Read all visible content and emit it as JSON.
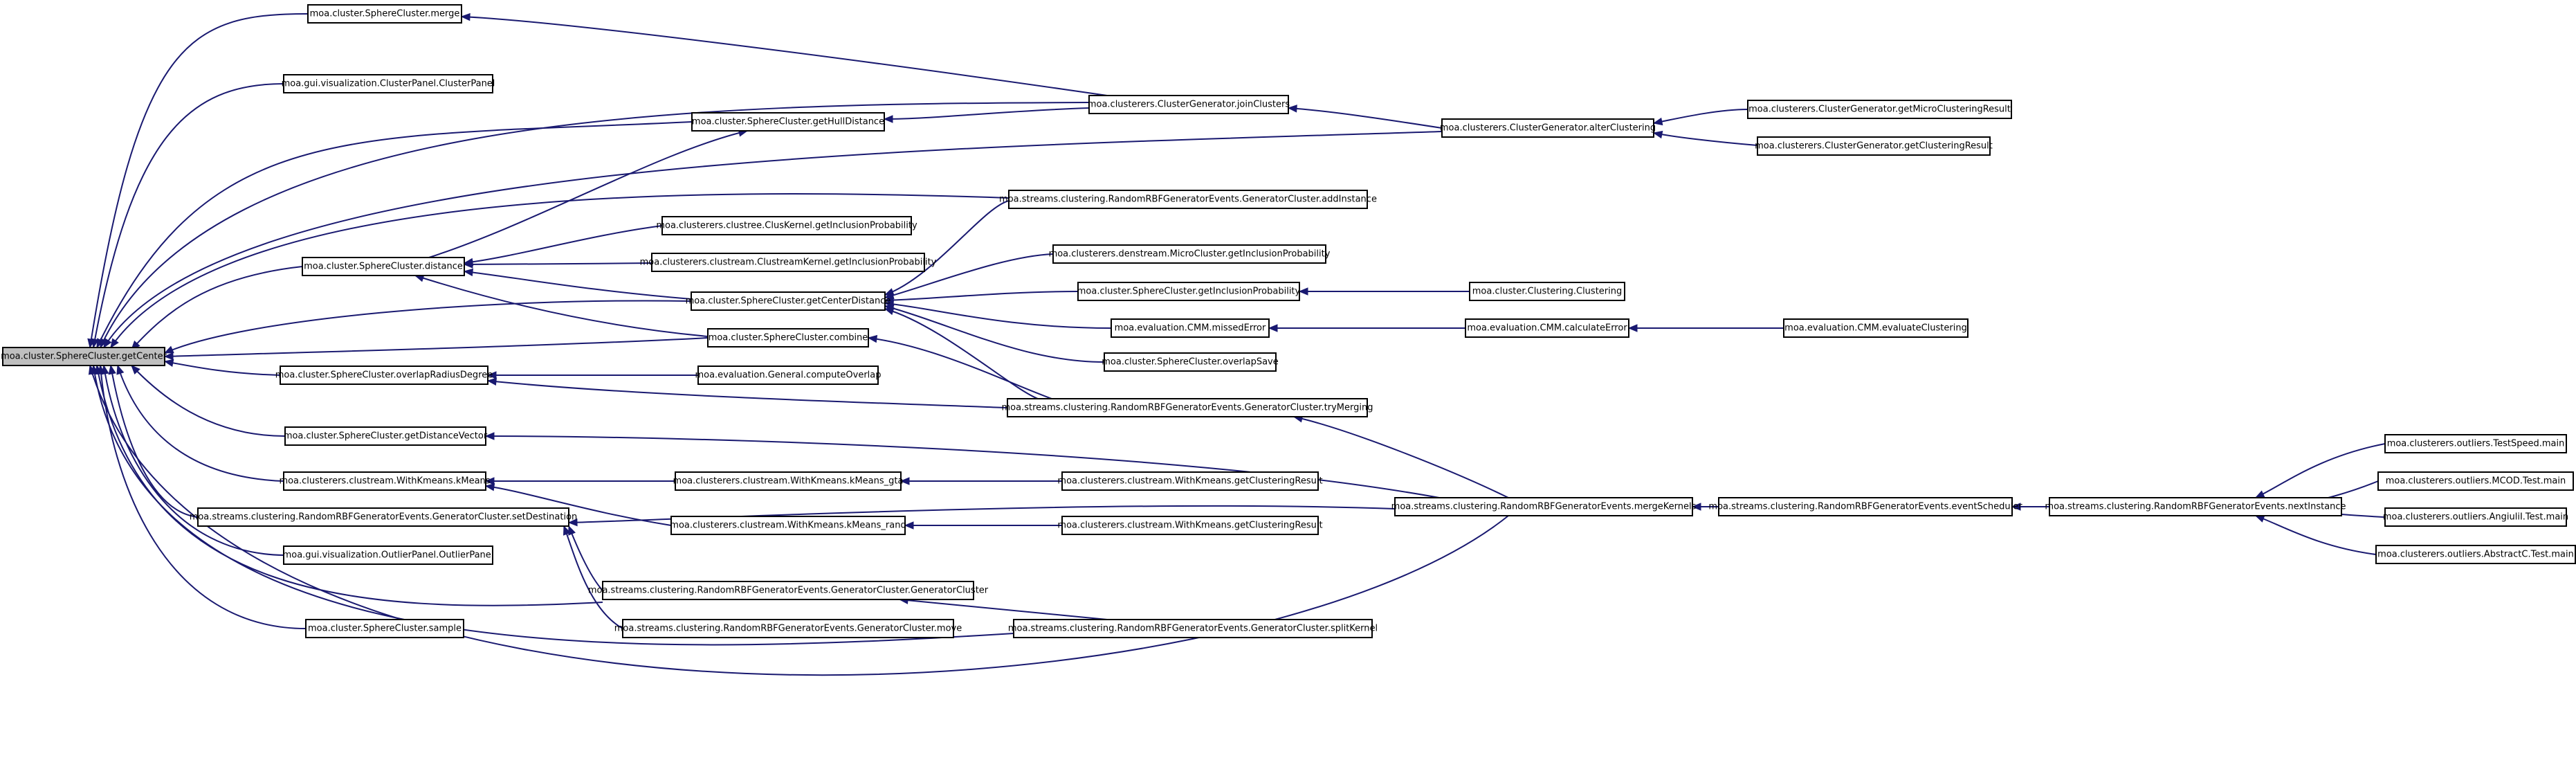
{
  "graph": {
    "colors": {
      "edge": "#191970",
      "root_fill": "#bfbfbf",
      "node_fill": "#ffffff",
      "border": "#000000"
    },
    "root_id": "n0",
    "nodes": [
      {
        "id": "n0",
        "label": "moa.cluster.SphereCluster.getCenter"
      },
      {
        "id": "n1",
        "label": "moa.cluster.SphereCluster.merge"
      },
      {
        "id": "n2",
        "label": "moa.gui.visualization.ClusterPanel.ClusterPanel"
      },
      {
        "id": "n3",
        "label": "moa.cluster.SphereCluster.getHullDistance"
      },
      {
        "id": "n4",
        "label": "moa.clusterers.ClusterGenerator.joinClusters"
      },
      {
        "id": "n5",
        "label": "moa.clusterers.ClusterGenerator.alterClustering"
      },
      {
        "id": "n6",
        "label": "moa.clusterers.ClusterGenerator.getMicroClusteringResult"
      },
      {
        "id": "n7",
        "label": "moa.clusterers.ClusterGenerator.getClusteringResult"
      },
      {
        "id": "n8",
        "label": "moa.streams.clustering.RandomRBFGeneratorEvents.GeneratorCluster.addInstance"
      },
      {
        "id": "n9",
        "label": "moa.clusterers.clustree.ClusKernel.getInclusionProbability"
      },
      {
        "id": "n10",
        "label": "moa.cluster.SphereCluster.distance"
      },
      {
        "id": "n11",
        "label": "moa.clusterers.clustream.ClustreamKernel.getInclusionProbability"
      },
      {
        "id": "n12",
        "label": "moa.clusterers.denstream.MicroCluster.getInclusionProbability"
      },
      {
        "id": "n13",
        "label": "moa.cluster.SphereCluster.getCenterDistance"
      },
      {
        "id": "n14",
        "label": "moa.cluster.SphereCluster.getInclusionProbability"
      },
      {
        "id": "n15",
        "label": "moa.cluster.Clustering.Clustering"
      },
      {
        "id": "n16",
        "label": "moa.evaluation.CMM.missedError"
      },
      {
        "id": "n17",
        "label": "moa.evaluation.CMM.calculateError"
      },
      {
        "id": "n18",
        "label": "moa.evaluation.CMM.evaluateClustering"
      },
      {
        "id": "n19",
        "label": "moa.cluster.SphereCluster.combine"
      },
      {
        "id": "n20",
        "label": "moa.cluster.SphereCluster.overlapSave"
      },
      {
        "id": "n21",
        "label": "moa.cluster.SphereCluster.overlapRadiusDegree"
      },
      {
        "id": "n22",
        "label": "moa.evaluation.General.computeOverlap"
      },
      {
        "id": "n23",
        "label": "moa.streams.clustering.RandomRBFGeneratorEvents.GeneratorCluster.tryMerging"
      },
      {
        "id": "n24",
        "label": "moa.cluster.SphereCluster.getDistanceVector"
      },
      {
        "id": "n25",
        "label": "moa.clusterers.clustream.WithKmeans.kMeans"
      },
      {
        "id": "n26",
        "label": "moa.clusterers.clustream.WithKmeans.kMeans_gta"
      },
      {
        "id": "n27",
        "label": "moa.clusterers.clustream.WithKmeans.getClusteringResult"
      },
      {
        "id": "n28",
        "label": "moa.clusterers.outliers.TestSpeed.main"
      },
      {
        "id": "n29",
        "label": "moa.streams.clustering.RandomRBFGeneratorEvents.mergeKernels"
      },
      {
        "id": "n30",
        "label": "moa.streams.clustering.RandomRBFGeneratorEvents.eventScheduler"
      },
      {
        "id": "n31",
        "label": "moa.streams.clustering.RandomRBFGeneratorEvents.nextInstance"
      },
      {
        "id": "n32",
        "label": "moa.clusterers.outliers.MCOD.Test.main"
      },
      {
        "id": "n33",
        "label": "moa.clusterers.clustream.WithKmeans.kMeans_rand"
      },
      {
        "id": "n34",
        "label": "moa.clusterers.clustream.WithKmeans.getClusteringResult"
      },
      {
        "id": "n35",
        "label": "moa.streams.clustering.RandomRBFGeneratorEvents.GeneratorCluster.setDestination"
      },
      {
        "id": "n36",
        "label": "moa.clusterers.outliers.AngiuliI.Test.main"
      },
      {
        "id": "n37",
        "label": "moa.gui.visualization.OutlierPanel.OutlierPanel"
      },
      {
        "id": "n38",
        "label": "moa.clusterers.outliers.AbstractC.Test.main"
      },
      {
        "id": "n39",
        "label": "moa.streams.clustering.RandomRBFGeneratorEvents.GeneratorCluster.GeneratorCluster"
      },
      {
        "id": "n40",
        "label": "moa.cluster.SphereCluster.sample"
      },
      {
        "id": "n41",
        "label": "moa.streams.clustering.RandomRBFGeneratorEvents.GeneratorCluster.move"
      },
      {
        "id": "n42",
        "label": "moa.streams.clustering.RandomRBFGeneratorEvents.GeneratorCluster.splitKernel"
      }
    ],
    "edges": [
      {
        "from": "n1",
        "to": "n0"
      },
      {
        "from": "n2",
        "to": "n0"
      },
      {
        "from": "n3",
        "to": "n0"
      },
      {
        "from": "n4",
        "to": "n0"
      },
      {
        "from": "n5",
        "to": "n0"
      },
      {
        "from": "n8",
        "to": "n0"
      },
      {
        "from": "n10",
        "to": "n0"
      },
      {
        "from": "n13",
        "to": "n0"
      },
      {
        "from": "n19",
        "to": "n0"
      },
      {
        "from": "n21",
        "to": "n0"
      },
      {
        "from": "n24",
        "to": "n0"
      },
      {
        "from": "n25",
        "to": "n0"
      },
      {
        "from": "n35",
        "to": "n0"
      },
      {
        "from": "n37",
        "to": "n0"
      },
      {
        "from": "n40",
        "to": "n0"
      },
      {
        "from": "n39",
        "to": "n0"
      },
      {
        "from": "n42",
        "to": "n0"
      },
      {
        "from": "n29",
        "to": "n0"
      },
      {
        "from": "n4",
        "to": "n1"
      },
      {
        "from": "n4",
        "to": "n3"
      },
      {
        "from": "n5",
        "to": "n4"
      },
      {
        "from": "n6",
        "to": "n5"
      },
      {
        "from": "n7",
        "to": "n5"
      },
      {
        "from": "n10",
        "to": "n3"
      },
      {
        "from": "n9",
        "to": "n10"
      },
      {
        "from": "n11",
        "to": "n10"
      },
      {
        "from": "n13",
        "to": "n10"
      },
      {
        "from": "n19",
        "to": "n10"
      },
      {
        "from": "n8",
        "to": "n13"
      },
      {
        "from": "n12",
        "to": "n13"
      },
      {
        "from": "n14",
        "to": "n13"
      },
      {
        "from": "n16",
        "to": "n13"
      },
      {
        "from": "n20",
        "to": "n13"
      },
      {
        "from": "n23",
        "to": "n13"
      },
      {
        "from": "n15",
        "to": "n14"
      },
      {
        "from": "n17",
        "to": "n16"
      },
      {
        "from": "n18",
        "to": "n17"
      },
      {
        "from": "n23",
        "to": "n19"
      },
      {
        "from": "n22",
        "to": "n21"
      },
      {
        "from": "n23",
        "to": "n21"
      },
      {
        "from": "n29",
        "to": "n23"
      },
      {
        "from": "n29",
        "to": "n24"
      },
      {
        "from": "n26",
        "to": "n25"
      },
      {
        "from": "n33",
        "to": "n25"
      },
      {
        "from": "n27",
        "to": "n26"
      },
      {
        "from": "n34",
        "to": "n33"
      },
      {
        "from": "n29",
        "to": "n35"
      },
      {
        "from": "n39",
        "to": "n35"
      },
      {
        "from": "n41",
        "to": "n35"
      },
      {
        "from": "n42",
        "to": "n39"
      },
      {
        "from": "n30",
        "to": "n29"
      },
      {
        "from": "n31",
        "to": "n30"
      },
      {
        "from": "n28",
        "to": "n31"
      },
      {
        "from": "n32",
        "to": "n31"
      },
      {
        "from": "n36",
        "to": "n31"
      },
      {
        "from": "n38",
        "to": "n31"
      }
    ]
  }
}
